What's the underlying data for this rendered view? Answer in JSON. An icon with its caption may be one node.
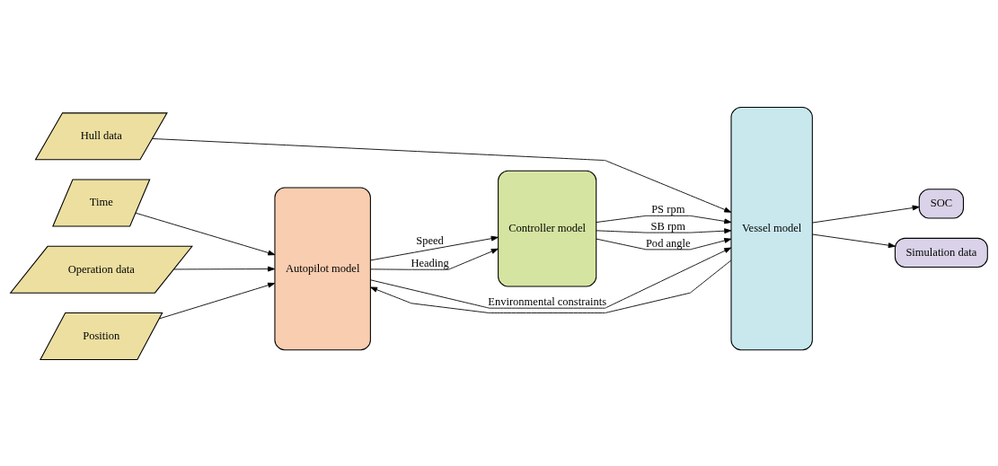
{
  "diagram": {
    "nodes": [
      {
        "text": [
          "Hull data"
        ]
      },
      {
        "text": [
          "Time"
        ]
      },
      {
        "text": [
          "Operation data"
        ]
      },
      {
        "text": [
          "Position"
        ]
      },
      {
        "text": [
          "Autopilot model"
        ]
      },
      {
        "text": [
          "Controller model"
        ]
      },
      {
        "text": [
          "Vessel model"
        ]
      },
      {
        "text": [
          "SOC"
        ]
      },
      {
        "text": [
          "Simulation data"
        ]
      }
    ],
    "edges": [
      {
        "from": 0,
        "to": 6,
        "arrow": "to"
      },
      {
        "from": 1,
        "to": 4,
        "arrow": "to"
      },
      {
        "from": 2,
        "to": 4,
        "arrow": "to"
      },
      {
        "from": 3,
        "to": 4,
        "arrow": "to"
      },
      {
        "from": 4,
        "to": 6,
        "arrow": "to",
        "label": "Environmental constraints"
      },
      {
        "from": 4,
        "to": 5,
        "arrow": "to",
        "label": "Speed"
      },
      {
        "from": 4,
        "to": 5,
        "arrow": "to",
        "label": "Heading"
      },
      {
        "from": 5,
        "to": 6,
        "arrow": "to",
        "label": "PS rpm"
      },
      {
        "from": 5,
        "to": 6,
        "arrow": "to",
        "label": "SB rpm"
      },
      {
        "from": 5,
        "to": 6,
        "arrow": "to",
        "label": "Pod angle"
      },
      {
        "from": 6,
        "to": 7,
        "arrow": "to"
      },
      {
        "from": 6,
        "to": 8,
        "arrow": "to"
      },
      {
        "from": 6,
        "to": 4,
        "arrow": "to"
      }
    ]
  }
}
